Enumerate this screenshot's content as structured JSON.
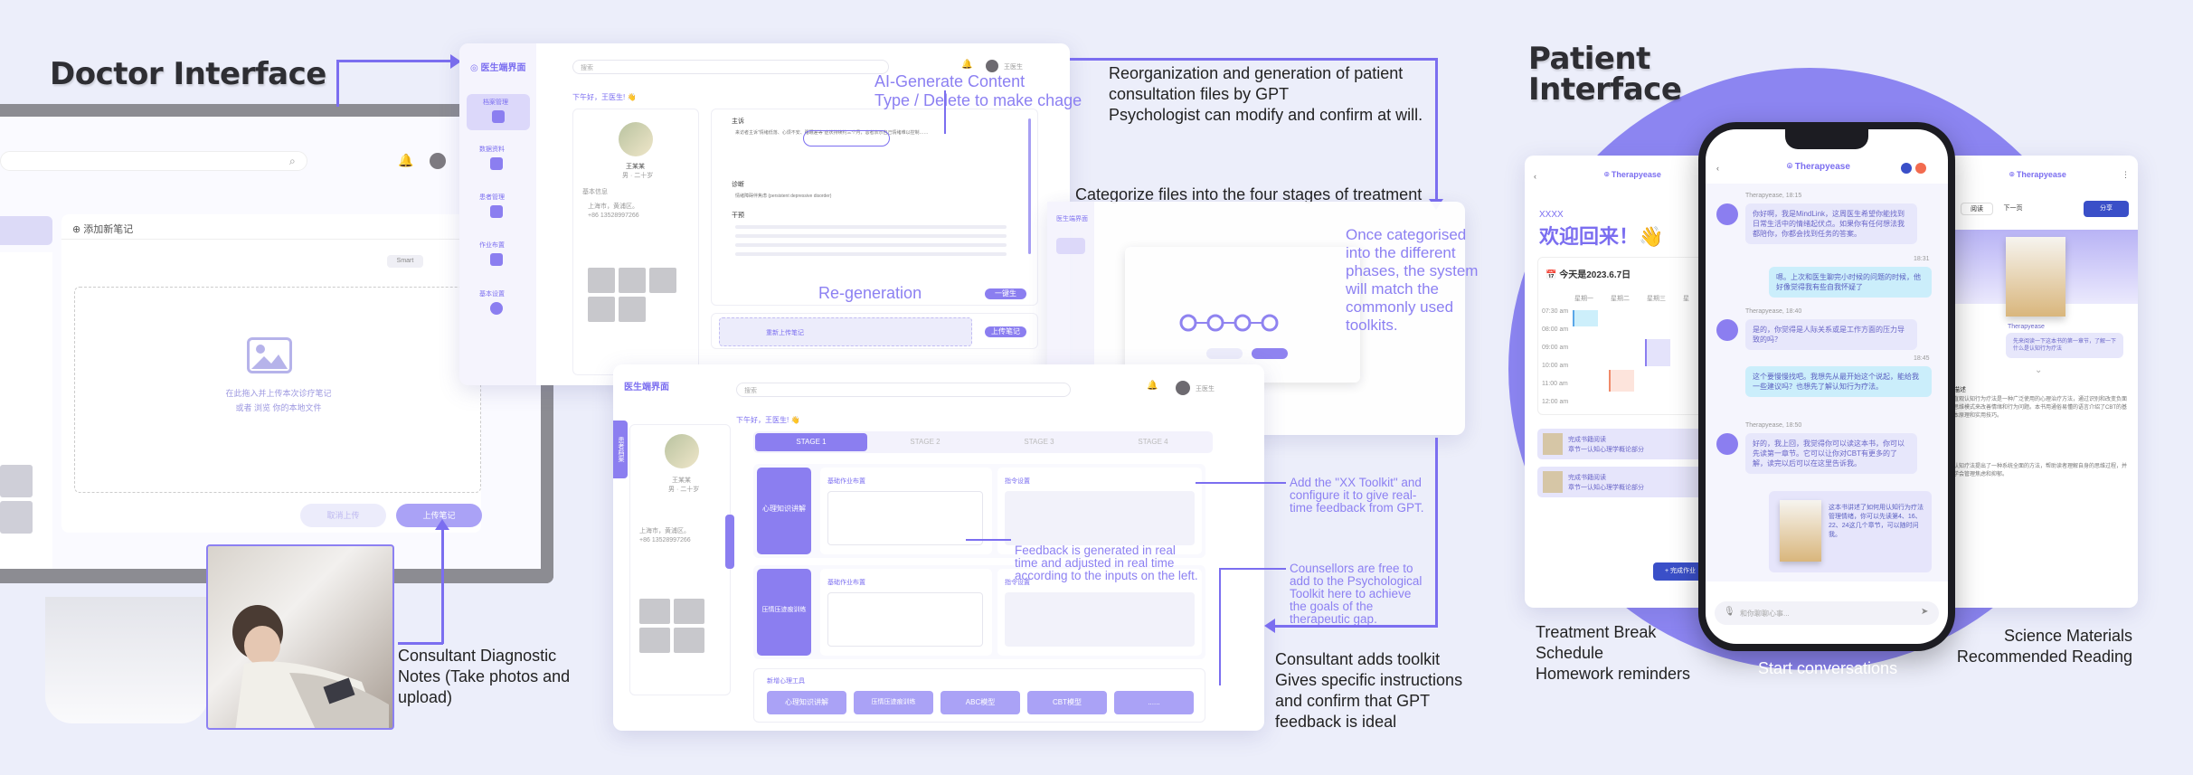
{
  "headings": {
    "doctor": "Doctor Interface",
    "patient_line1": "Patient",
    "patient_line2": "Interface"
  },
  "annotations": {
    "reorg": "Reorganization and generation of patient consultation files by GPT",
    "reorg2": "Psychologist can modify and confirm at will.",
    "ai_gen_1": "AI-Generate Content",
    "ai_gen_2": "Type / Delete to make chage",
    "categorize": "Categorize files into the four stages of treatment",
    "once_cat": "Once categorised into the different phases, the system will match the commonly used toolkits.",
    "regeneration": "Re-generation",
    "add_toolkit": "Add the \"XX Toolkit\" and configure it to give real-time feedback from GPT.",
    "feedback": "Feedback is generated in real time and adjusted in real time according to the inputs on the left.",
    "counsellors": "Counsellors are free to add to the Psychological Toolkit here to achieve the goals of the therapeutic gap.",
    "consultant_notes": "Consultant Diagnostic Notes (Take photos and upload)",
    "adds_toolkit_1": "Consultant adds toolkit",
    "adds_toolkit_2": "Gives specific instructions",
    "adds_toolkit_3": "and confirm that GPT",
    "adds_toolkit_4": "feedback is ideal",
    "treatment_break": "Treatment Break",
    "schedule": "Schedule",
    "homework": "Homework reminders",
    "start_conv": "Start conversations",
    "science": "Science Materials",
    "recommended": "Recommended Reading"
  },
  "doctor_ui": {
    "app_name": "医生端界面",
    "greeting": "下午好，王医生! 👋",
    "doctor_name": "王医生",
    "search_placeholder": "搜索",
    "patient_name": "王某某",
    "patient_sub": "男 · 二十岁",
    "info_phone": "+86 13528997266",
    "info_city": "上海市，黄浦区。",
    "info_more": "基本信息",
    "section_main": "主诉",
    "section_diag": "诊断",
    "section_treat": "干预",
    "diag_text": "情绪障碍伴焦虑 (persistent depressive disorder)",
    "regen_button": "一键生",
    "reupload": "重新上传笔记",
    "upload_btn": "上传笔记",
    "add_note": "添加新笔记",
    "upload_hint": "在此拖入并上传本次诊疗笔记",
    "upload_hint2": "或者 浏览 你的本地文件",
    "cancel_upload": "取消上传",
    "confirm_upload": "上传笔记",
    "stages": [
      "STAGE 1",
      "STAGE 2",
      "STAGE 3",
      "STAGE 4"
    ],
    "tool1": "心理知识讲解",
    "tool2": "压情压迹痕训练",
    "tool3": "ABC模型",
    "tool4": "CBT模型",
    "tool_more": "......",
    "toolkit_title": "新增心理工具",
    "task_label": "基础作业布置",
    "feedback_label": "指令设置",
    "side_label": "患者档案",
    "smart_label": "Smart",
    "sidebar_items": [
      "档案管理",
      "数据资料",
      "患者管理",
      "作业布置",
      "基本设置"
    ]
  },
  "patient_ui": {
    "brand": "Therapyease",
    "welcome": "欢迎回来！👋",
    "user": "XXXX",
    "today": "今天是2023.6.7日",
    "weekdays": [
      "星期一",
      "星期二",
      "星期三",
      "星"
    ],
    "times": [
      "07:30 am",
      "08:00 am",
      "09:00 am",
      "10:00 am",
      "11:00 am",
      "12:00 am"
    ],
    "homework1": "完成书籍阅读",
    "homework1_sub": "章节一认知心理学概论部分",
    "homework2": "完成书籍阅读",
    "homework2_sub": "章节一认知心理学概论部分",
    "homework_btn": "+ 完成作业",
    "chat_time1": "Therapyease, 18:15",
    "chat_msg1": "你好啊，我是MindLink，这周医生希望你能找到日常生活中的情绪起伏点。如果你有任何想法我都陪你，你都会找到任务的答案。",
    "chat_time2": "18:31",
    "chat_msg2": "嗯。上次和医生聊完小时候的问题的时候，他好像觉得我有些自我怀疑了",
    "chat_time3": "Therapyease, 18:40",
    "chat_msg3": "是的，你觉得是人际关系或是工作方面的压力导致的吗？",
    "chat_time4": "18:45",
    "chat_msg4": "这个要慢慢找吧。我想先从最开始这个说起，能给我一些建议吗？也想先了解认知行为疗法。",
    "chat_time5": "Therapyease, 18:50",
    "chat_msg5": "好的，我上回，我觉得你可以读这本书，你可以先读第一章节。它可以让你对CBT有更多的了解，读完以后可以在这里告诉我。",
    "book_desc": "这本书讲述了如何用认知行为疗法管理情绪，你可以先读第4、16、22、24这几个章节，可以随时问我。",
    "chat_placeholder": "和你聊聊心事...",
    "read_tabs": [
      "阅读",
      "下一页"
    ],
    "share": "分享",
    "science_desc": "描述",
    "science_text": "直观认知行为疗法是一种广泛使用的心理治疗方法，通过识别和改变负面思维模式来改善情绪和行为问题。本书用通俗易懂的语言介绍了CBT的基本原理和实用技巧。",
    "science_text2": "认知疗法提出了一种系统全面的方法，帮助读者理解自身的思维过程，并学会管理焦虑和抑郁。"
  }
}
